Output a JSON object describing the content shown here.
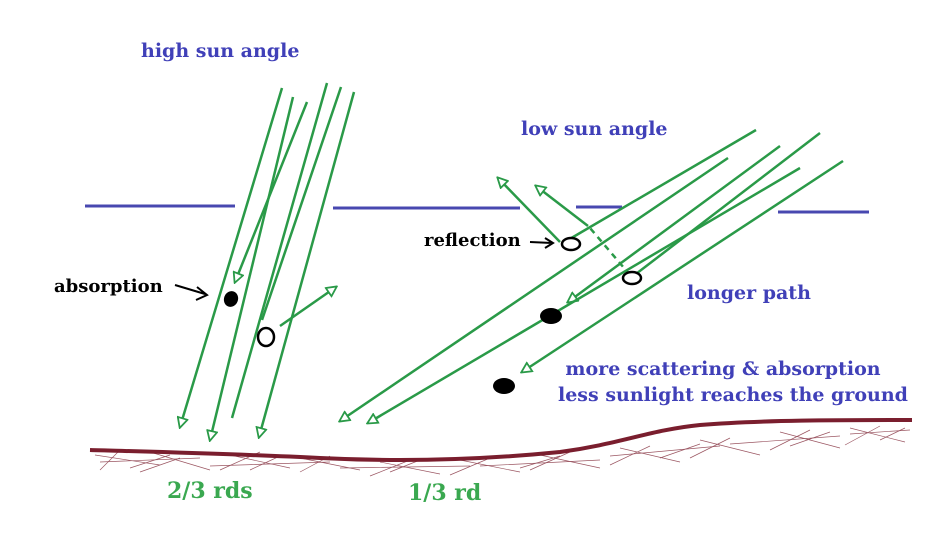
{
  "labels": {
    "high_sun_angle": "high sun angle",
    "low_sun_angle": "low sun angle",
    "absorption": "absorption",
    "reflection": "reflection",
    "longer_path": "longer path",
    "more_scattering": "more scattering & absorption",
    "less_sunlight": "less sunlight reaches the ground",
    "two_thirds": "2/3 rds",
    "one_third": "1/3 rd"
  },
  "colors": {
    "ray": "#2a9a48",
    "atmosphere_line": "#4848b0",
    "ground": "#7a1e2e",
    "label_blue": "#4040b8",
    "label_green": "#3aa850",
    "particle": "#000000"
  }
}
